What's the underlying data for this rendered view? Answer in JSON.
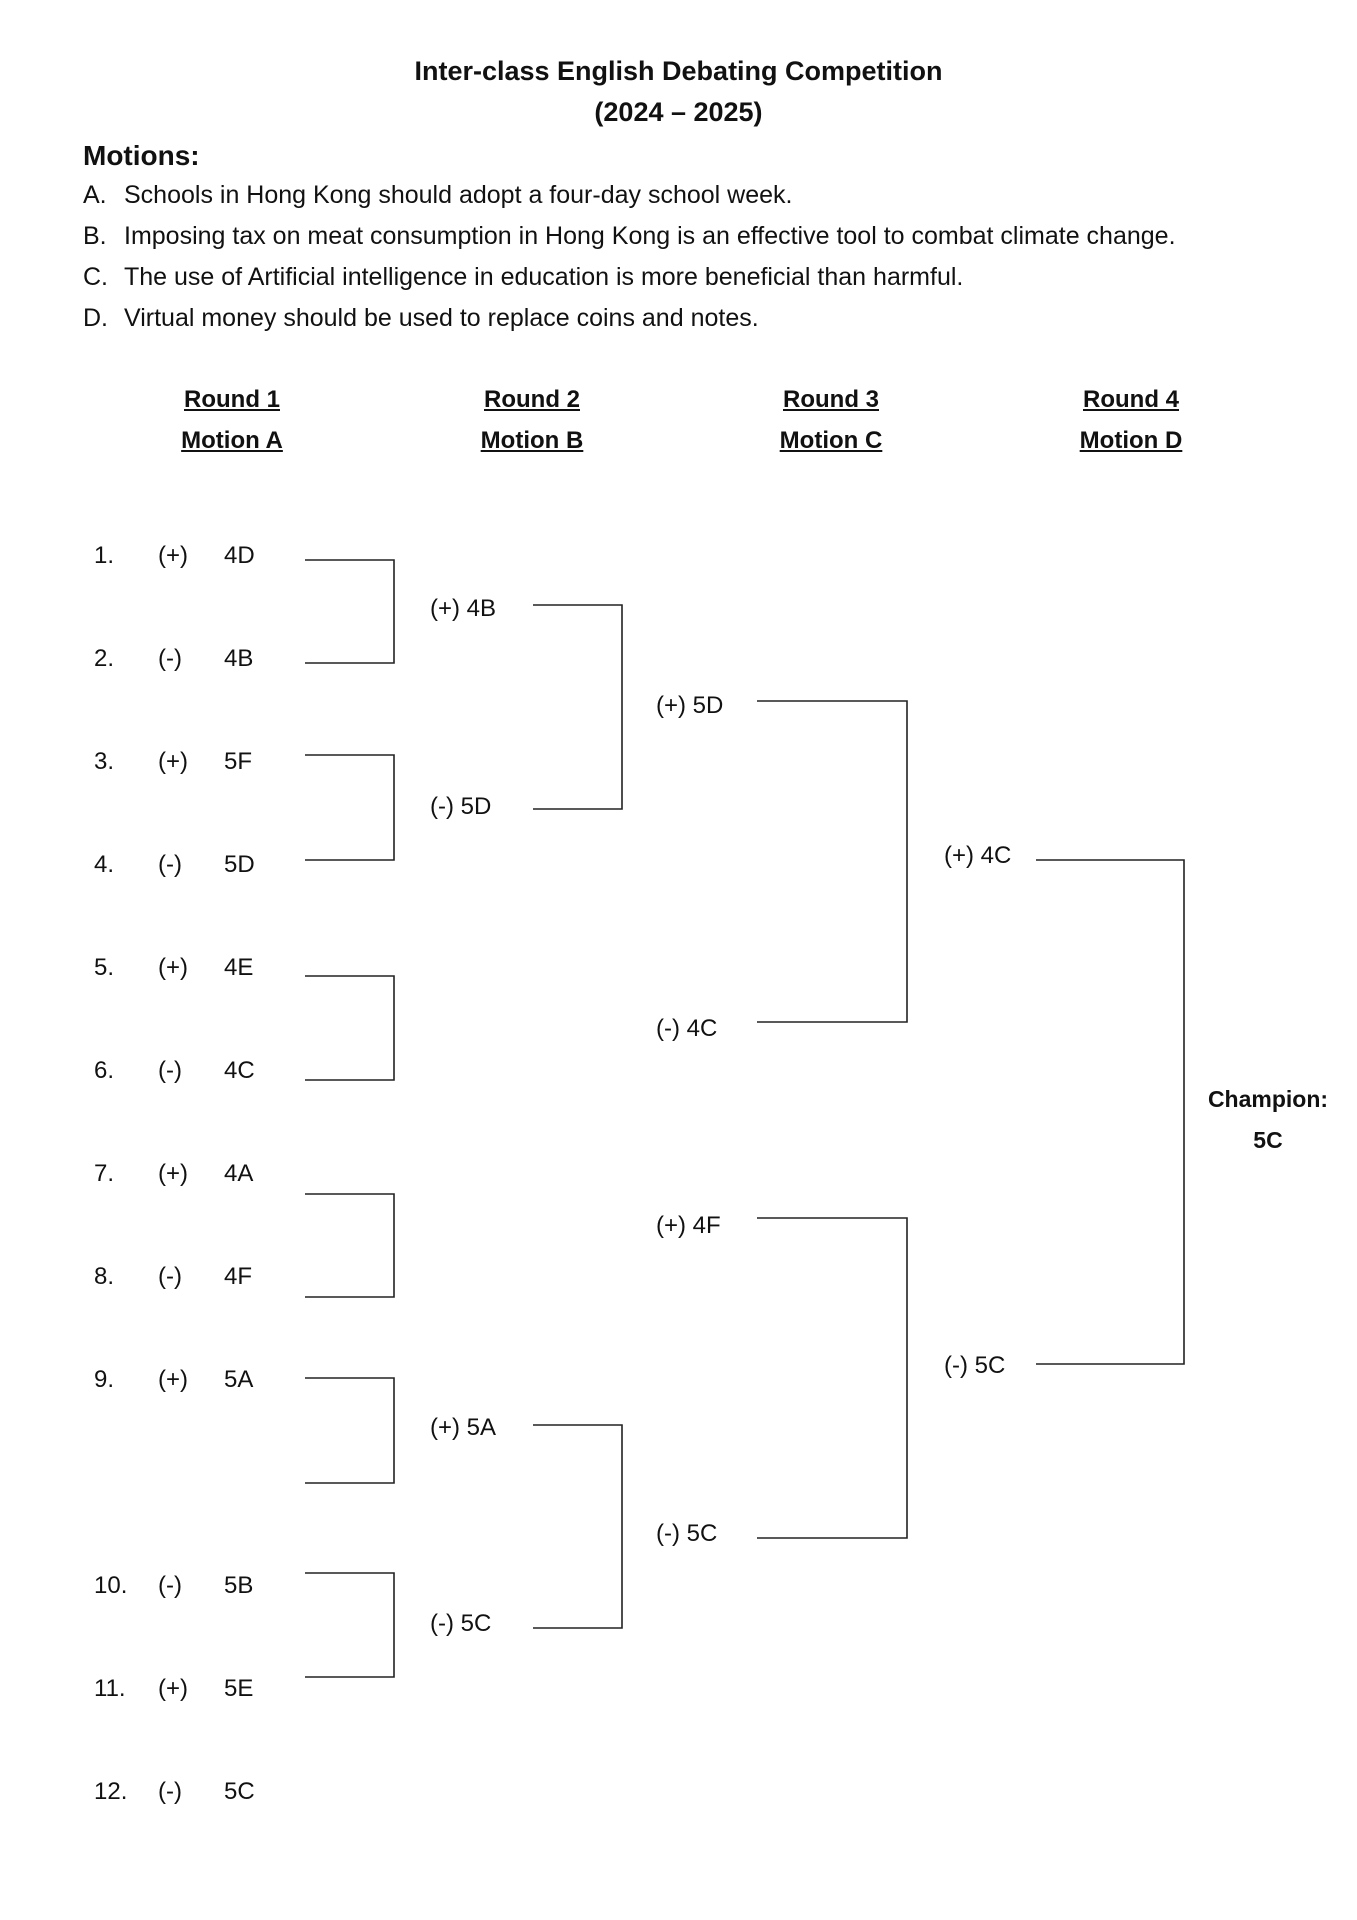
{
  "title": {
    "line1": "Inter-class English Debating Competition",
    "line2": "(2024 – 2025)"
  },
  "motions": {
    "heading": "Motions:",
    "items": [
      {
        "letter": "A.",
        "text": "Schools in Hong Kong should adopt a four-day school week."
      },
      {
        "letter": "B.",
        "text": "Imposing tax on meat consumption in Hong Kong is an effective tool to combat climate change."
      },
      {
        "letter": "C.",
        "text": "The use of Artificial intelligence in education is more beneficial than harmful."
      },
      {
        "letter": "D.",
        "text": "Virtual money should be used to replace coins and notes."
      }
    ]
  },
  "rounds": [
    {
      "round": "Round 1",
      "motion": "Motion A"
    },
    {
      "round": "Round 2",
      "motion": "Motion B"
    },
    {
      "round": "Round 3",
      "motion": "Motion C"
    },
    {
      "round": "Round 4",
      "motion": "Motion D"
    }
  ],
  "round1": [
    {
      "num": "1.",
      "side": "(+)",
      "team": "4D"
    },
    {
      "num": "2.",
      "side": "(-)",
      "team": "4B"
    },
    {
      "num": "3.",
      "side": "(+)",
      "team": "5F"
    },
    {
      "num": "4.",
      "side": "(-)",
      "team": "5D"
    },
    {
      "num": "5.",
      "side": "(+)",
      "team": "4E"
    },
    {
      "num": "6.",
      "side": "(-)",
      "team": "4C"
    },
    {
      "num": "7.",
      "side": "(+)",
      "team": "4A"
    },
    {
      "num": "8.",
      "side": "(-)",
      "team": "4F"
    },
    {
      "num": "9.",
      "side": "(+)",
      "team": "5A"
    },
    {
      "num": "10.",
      "side": "(-)",
      "team": "5B"
    },
    {
      "num": "11.",
      "side": "(+)",
      "team": "5E"
    },
    {
      "num": "12.",
      "side": "(-)",
      "team": "5C"
    }
  ],
  "round2": [
    "(+) 4B",
    "(-) 5D",
    "(+) 5A",
    "(-) 5C"
  ],
  "round3": [
    "(+) 5D",
    "(-) 4C",
    "(+) 4F",
    "(-) 5C"
  ],
  "round4": [
    "(+) 4C",
    "(-) 5C"
  ],
  "champion": {
    "label": "Champion:",
    "team": "5C"
  }
}
